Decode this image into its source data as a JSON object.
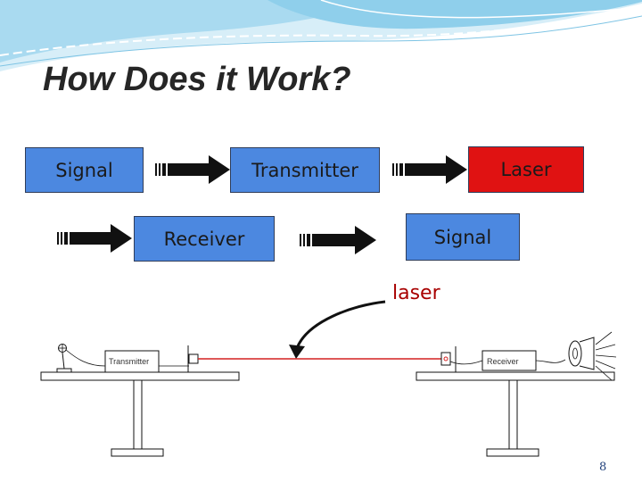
{
  "slide": {
    "title": "How Does it Work?",
    "page_number": "8"
  },
  "flow": {
    "boxes": [
      {
        "label": "Signal",
        "fill": "#4c88e0"
      },
      {
        "label": "Transmitter",
        "fill": "#4c88e0"
      },
      {
        "label": "Laser",
        "fill": "#e01212"
      },
      {
        "label": "Receiver",
        "fill": "#4c88e0"
      },
      {
        "label": "Signal",
        "fill": "#4c88e0"
      }
    ]
  },
  "apparatus": {
    "beam_label": "laser",
    "transmitter_label": "Transmitter",
    "receiver_label": "Receiver",
    "beam_color": "#d42020"
  },
  "colors": {
    "wave_light": "#9fd3ec",
    "wave_mid": "#5ab6de",
    "label_red": "#a80000"
  }
}
